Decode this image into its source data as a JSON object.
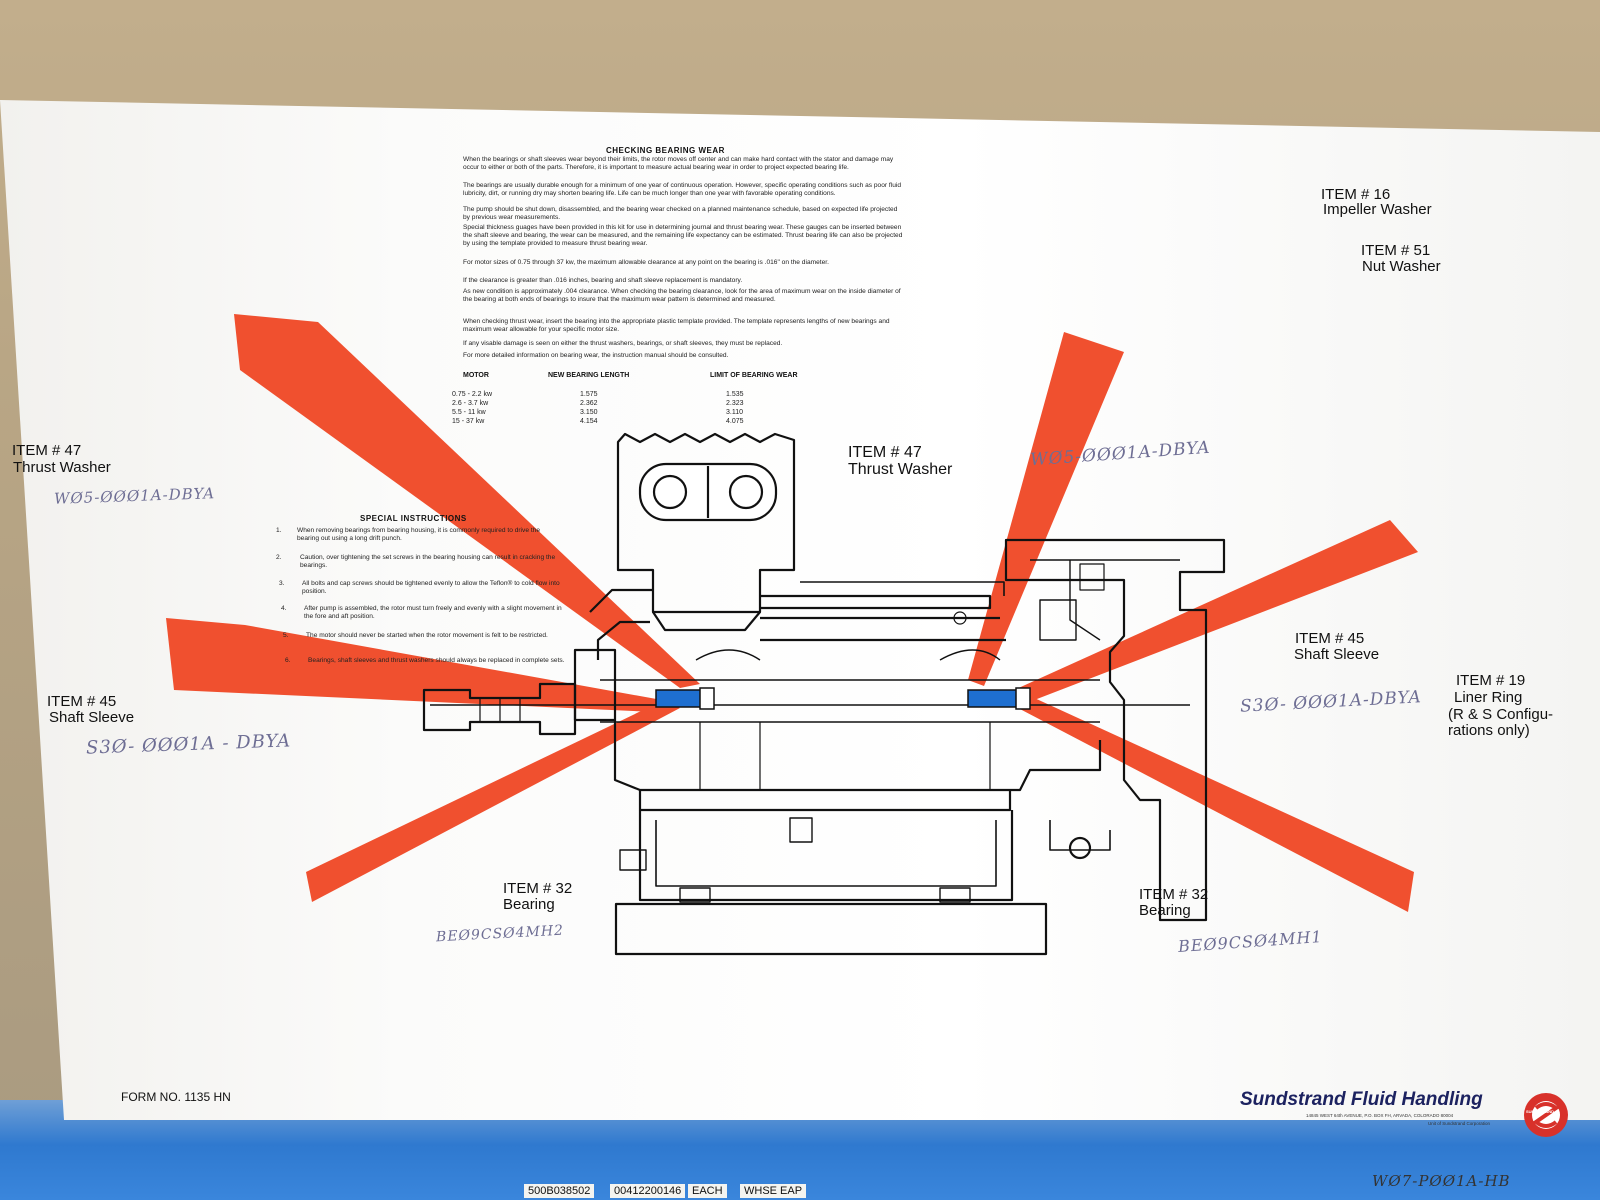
{
  "diagram": {
    "heading": "CHECKING BEARING WEAR",
    "paragraphs": [
      "When the bearings or shaft sleeves wear beyond their limits, the rotor moves off center and can make hard contact with the stator and damage may occur to either or both of the parts. Therefore, it is important to measure actual bearing wear in order to project expected bearing life.",
      "The bearings are usually durable enough for a minimum of one year of continuous operation. However, specific operating conditions such as poor fluid lubricity, dirt, or running dry may shorten bearing life. Life can be much longer than one year with favorable operating conditions.",
      "The pump should be shut down, disassembled, and the bearing wear checked on a planned maintenance schedule, based on expected life projected by previous wear measurements.",
      "Special thickness guages have been provided in this kit for use in determining journal and thrust bearing wear. These gauges can be inserted between the shaft sleeve and bearing, the wear can be measured, and the remaining life expectancy can be estimated. Thrust bearing life can also be projected by using the template provided to measure thrust bearing wear.",
      "For motor sizes of 0.75 through 37 kw, the maximum allowable clearance at any point on the bearing is .016\" on the diameter."
    ],
    "bullets": [
      "If the clearance is greater than .016 inches, bearing and shaft sleeve replacement is mandatory.",
      "As new condition is approximately .004 clearance. When checking the bearing clearance, look for the area of maximum wear on the inside diameter of the bearing at both ends of bearings to insure that the maximum wear pattern is determined and measured."
    ],
    "paragraphs2": [
      "When checking thrust wear, insert the bearing into the appropriate plastic template provided. The template represents lengths of new bearings and maximum wear allowable for your specific motor size.",
      "If any visable damage is seen on either the thrust washers, bearings, or shaft sleeves, they must be replaced.",
      "For more detailed information on bearing wear, the instruction manual should be consulted."
    ],
    "table": {
      "headers": [
        "MOTOR",
        "NEW BEARING LENGTH",
        "LIMIT OF BEARING WEAR"
      ],
      "rows": [
        [
          "0.75 - 2.2 kw",
          "1.575",
          "1.535"
        ],
        [
          "2.6 - 3.7 kw",
          "2.362",
          "2.323"
        ],
        [
          "5.5 - 11 kw",
          "3.150",
          "3.110"
        ],
        [
          "15 - 37 kw",
          "4.154",
          "4.075"
        ]
      ]
    },
    "special": {
      "heading": "SPECIAL INSTRUCTIONS",
      "items": [
        [
          "1.",
          "When removing bearings from bearing housing, it is commonly required to drive the bearing out using a long drift punch."
        ],
        [
          "2.",
          "Caution, over tightening the set screws in the bearing housing can result in cracking the bearings."
        ],
        [
          "3.",
          "All bolts and cap screws should be tightened evenly to allow the Teflon® to cold flow into position."
        ],
        [
          "4.",
          "After pump is assembled, the rotor must turn freely and evenly with a slight movement in the fore and aft position."
        ],
        [
          "5.",
          "The motor should never be started when the rotor movement is felt to be restricted."
        ],
        [
          "6.",
          "Bearings, shaft sleeves and thrust washers should always be replaced in complete sets."
        ]
      ]
    },
    "labels": {
      "item16": {
        "line1": "ITEM # 16",
        "line2": "Impeller Washer"
      },
      "item51": {
        "line1": "ITEM # 51",
        "line2": "Nut Washer"
      },
      "item47_left": {
        "line1": "ITEM # 47",
        "line2": "Thrust Washer",
        "hand": "WØ5-ØØØ1A-DBYA"
      },
      "item47_center": {
        "line1": "ITEM # 47",
        "line2": "Thrust Washer",
        "hand": "WØ5-ØØØ1A-DBYA"
      },
      "item45_left": {
        "line1": "ITEM # 45",
        "line2": "Shaft Sleeve",
        "hand": "S3Ø- ØØØ1A - DBYA"
      },
      "item45_right": {
        "line1": "ITEM # 45",
        "line2": "Shaft Sleeve",
        "hand": "S3Ø- ØØØ1A-DBYA"
      },
      "item19": {
        "line1": "ITEM # 19",
        "line2": "Liner Ring",
        "line3": "(R & S Configu-",
        "line4": "rations only)"
      },
      "item32_left": {
        "line1": "ITEM # 32",
        "line2": "Bearing",
        "hand": "BEØ9CSØ4MH2"
      },
      "item32_right": {
        "line1": "ITEM # 32",
        "line2": "Bearing",
        "hand": "BEØ9CSØ4MH1"
      }
    },
    "form_no": "FORM NO. 1135 HN",
    "brand": "Sundstrand Fluid Handling",
    "address": "14845 WEST 64th AVENUE, P.O. BOX FH, ARVADA, COLORADO 80004",
    "corp": "Unit of Sundstrand Corporation",
    "logo_text": "SUNDSTRAND",
    "bottom_tags": [
      "500B038502",
      "00412200146",
      "EACH",
      "WHSE EAP"
    ],
    "bottom_right_hand": "WØ7-PØØ1A-HB",
    "accent_color": "#f0502f",
    "bearing_color": "#1e6fd0"
  }
}
